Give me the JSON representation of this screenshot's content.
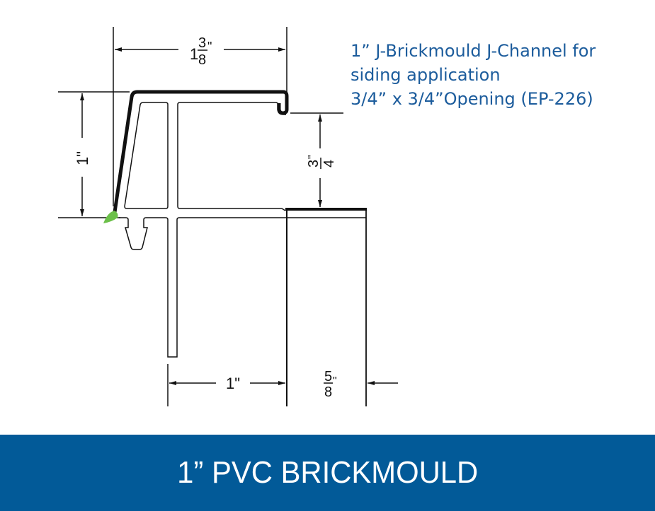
{
  "description": {
    "lines": [
      "1” J-Brickmould J-Channel for",
      "siding application",
      "3/4” x 3/4”Opening (EP-226)"
    ]
  },
  "dimensions": {
    "top_width": {
      "whole": "1",
      "num": "3",
      "den": "8",
      "unit": "\""
    },
    "left_height": "1\"",
    "opening": {
      "num": "3",
      "den": "4",
      "unit": "\""
    },
    "bottom_leg": "1\"",
    "right_depth": {
      "num": "5",
      "den": "8",
      "unit": "\""
    }
  },
  "colors": {
    "accent_blue": "#1c5c9c",
    "banner": "#025a98",
    "seal_green": "#6cc04a"
  },
  "banner": {
    "title": "1” PVC BRICKMOULD"
  }
}
